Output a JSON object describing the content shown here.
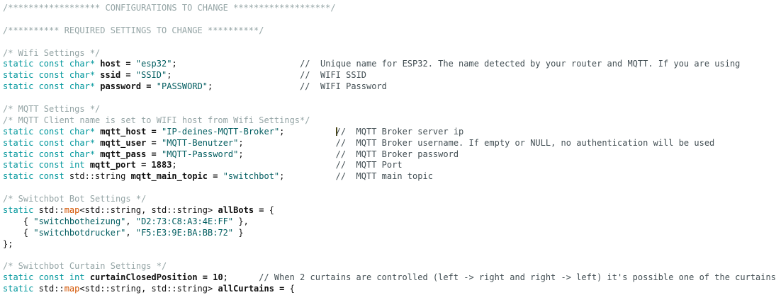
{
  "editor": {
    "colors": {
      "block_comment": "#95A5A6",
      "line_comment": "#434F54",
      "keyword": "#00979C",
      "map_keyword": "#D35400",
      "string": "#005C5F",
      "plain": "#111111",
      "cursor": "#4a4514",
      "background": "#ffffff"
    },
    "lines": [
      {
        "segments": [
          {
            "style": "bc",
            "text": "/****************** CONFIGURATIONS TO CHANGE *******************/"
          }
        ]
      },
      {
        "segments": []
      },
      {
        "segments": [
          {
            "style": "bc",
            "text": "/********** REQUIRED SETTINGS TO CHANGE **********/"
          }
        ]
      },
      {
        "segments": []
      },
      {
        "segments": [
          {
            "style": "bc",
            "text": "/* Wifi Settings */"
          }
        ]
      },
      {
        "segments": [
          {
            "style": "kw",
            "text": "static const char*"
          },
          {
            "style": "pl",
            "text": " "
          },
          {
            "style": "id",
            "text": "host"
          },
          {
            "style": "op",
            "text": " = "
          },
          {
            "style": "str",
            "text": "\"esp32\""
          },
          {
            "style": "pl",
            "text": ";"
          },
          {
            "style": "pl",
            "text": "                        "
          },
          {
            "style": "lc",
            "text": "//  Unique name for ESP32. The name detected by your router and MQTT. If you are using"
          }
        ]
      },
      {
        "segments": [
          {
            "style": "kw",
            "text": "static const char*"
          },
          {
            "style": "pl",
            "text": " "
          },
          {
            "style": "id",
            "text": "ssid"
          },
          {
            "style": "op",
            "text": " = "
          },
          {
            "style": "str",
            "text": "\"SSID\""
          },
          {
            "style": "pl",
            "text": ";"
          },
          {
            "style": "pl",
            "text": "                         "
          },
          {
            "style": "lc",
            "text": "//  WIFI SSID"
          }
        ]
      },
      {
        "segments": [
          {
            "style": "kw",
            "text": "static const char*"
          },
          {
            "style": "pl",
            "text": " "
          },
          {
            "style": "id",
            "text": "password"
          },
          {
            "style": "op",
            "text": " = "
          },
          {
            "style": "str",
            "text": "\"PASSWORD\""
          },
          {
            "style": "pl",
            "text": ";"
          },
          {
            "style": "pl",
            "text": "                 "
          },
          {
            "style": "lc",
            "text": "//  WIFI Password"
          }
        ]
      },
      {
        "segments": []
      },
      {
        "segments": [
          {
            "style": "bc",
            "text": "/* MQTT Settings */"
          }
        ]
      },
      {
        "segments": [
          {
            "style": "bc",
            "text": "/* MQTT Client name is set to WIFI host from Wifi Settings*/"
          }
        ]
      },
      {
        "segments": [
          {
            "style": "kw",
            "text": "static const char*"
          },
          {
            "style": "pl",
            "text": " "
          },
          {
            "style": "id",
            "text": "mqtt_host"
          },
          {
            "style": "op",
            "text": " = "
          },
          {
            "style": "str",
            "text": "\"IP-deines-MQTT-Broker\""
          },
          {
            "style": "pl",
            "text": ";"
          },
          {
            "style": "pl",
            "text": "          "
          },
          {
            "style": "caret",
            "text": ""
          },
          {
            "style": "lc",
            "text": "//  MQTT Broker server ip"
          }
        ]
      },
      {
        "segments": [
          {
            "style": "kw",
            "text": "static const char*"
          },
          {
            "style": "pl",
            "text": " "
          },
          {
            "style": "id",
            "text": "mqtt_user"
          },
          {
            "style": "op",
            "text": " = "
          },
          {
            "style": "str",
            "text": "\"MQTT-Benutzer\""
          },
          {
            "style": "pl",
            "text": ";"
          },
          {
            "style": "pl",
            "text": "                  "
          },
          {
            "style": "lc",
            "text": "//  MQTT Broker username. If empty or NULL, no authentication will be used"
          }
        ]
      },
      {
        "segments": [
          {
            "style": "kw",
            "text": "static const char*"
          },
          {
            "style": "pl",
            "text": " "
          },
          {
            "style": "id",
            "text": "mqtt_pass"
          },
          {
            "style": "op",
            "text": " = "
          },
          {
            "style": "str",
            "text": "\"MQTT-Password\""
          },
          {
            "style": "pl",
            "text": ";"
          },
          {
            "style": "pl",
            "text": "                  "
          },
          {
            "style": "lc",
            "text": "//  MQTT Broker password"
          }
        ]
      },
      {
        "segments": [
          {
            "style": "kw",
            "text": "static const int"
          },
          {
            "style": "pl",
            "text": " "
          },
          {
            "style": "id",
            "text": "mqtt_port"
          },
          {
            "style": "op",
            "text": " = 1883"
          },
          {
            "style": "pl",
            "text": ";"
          },
          {
            "style": "pl",
            "text": "                               "
          },
          {
            "style": "lc",
            "text": "//  MQTT Port"
          }
        ]
      },
      {
        "segments": [
          {
            "style": "kw",
            "text": "static const "
          },
          {
            "style": "pl",
            "text": "std::string "
          },
          {
            "style": "id",
            "text": "mqtt_main_topic"
          },
          {
            "style": "op",
            "text": " = "
          },
          {
            "style": "str",
            "text": "\"switchbot\""
          },
          {
            "style": "pl",
            "text": ";"
          },
          {
            "style": "pl",
            "text": "          "
          },
          {
            "style": "lc",
            "text": "//  MQTT main topic"
          }
        ]
      },
      {
        "segments": []
      },
      {
        "segments": [
          {
            "style": "bc",
            "text": "/* Switchbot Bot Settings */"
          }
        ]
      },
      {
        "segments": [
          {
            "style": "kw",
            "text": "static "
          },
          {
            "style": "pl",
            "text": "std::"
          },
          {
            "style": "or",
            "text": "map"
          },
          {
            "style": "pl",
            "text": "<std::string, std::string> "
          },
          {
            "style": "id",
            "text": "allBots"
          },
          {
            "style": "op",
            "text": " = "
          },
          {
            "style": "pl",
            "text": "{"
          }
        ]
      },
      {
        "segments": [
          {
            "style": "pl",
            "text": "    { "
          },
          {
            "style": "str",
            "text": "\"switchbotheizung\""
          },
          {
            "style": "pl",
            "text": ", "
          },
          {
            "style": "str",
            "text": "\"D2:73:C8:A3:4E:FF\""
          },
          {
            "style": "pl",
            "text": " },"
          }
        ]
      },
      {
        "segments": [
          {
            "style": "pl",
            "text": "    { "
          },
          {
            "style": "str",
            "text": "\"switchbotdrucker\""
          },
          {
            "style": "pl",
            "text": ", "
          },
          {
            "style": "str",
            "text": "\"F5:E3:9E:BA:BB:72\""
          },
          {
            "style": "pl",
            "text": " }"
          }
        ]
      },
      {
        "segments": [
          {
            "style": "pl",
            "text": "};"
          }
        ]
      },
      {
        "segments": []
      },
      {
        "segments": [
          {
            "style": "bc",
            "text": "/* Switchbot Curtain Settings */"
          }
        ]
      },
      {
        "segments": [
          {
            "style": "kw",
            "text": "static const int"
          },
          {
            "style": "pl",
            "text": " "
          },
          {
            "style": "id",
            "text": "curtainClosedPosition"
          },
          {
            "style": "op",
            "text": " = 10"
          },
          {
            "style": "pl",
            "text": ";      "
          },
          {
            "style": "lc",
            "text": "// When 2 curtains are controlled (left -> right and right -> left) it's possible one of the curtains"
          }
        ]
      },
      {
        "segments": [
          {
            "style": "kw",
            "text": "static "
          },
          {
            "style": "pl",
            "text": "std::"
          },
          {
            "style": "or",
            "text": "map"
          },
          {
            "style": "pl",
            "text": "<std::string, std::string> "
          },
          {
            "style": "id",
            "text": "allCurtains"
          },
          {
            "style": "op",
            "text": " = "
          },
          {
            "style": "pl",
            "text": "{"
          }
        ]
      }
    ]
  }
}
